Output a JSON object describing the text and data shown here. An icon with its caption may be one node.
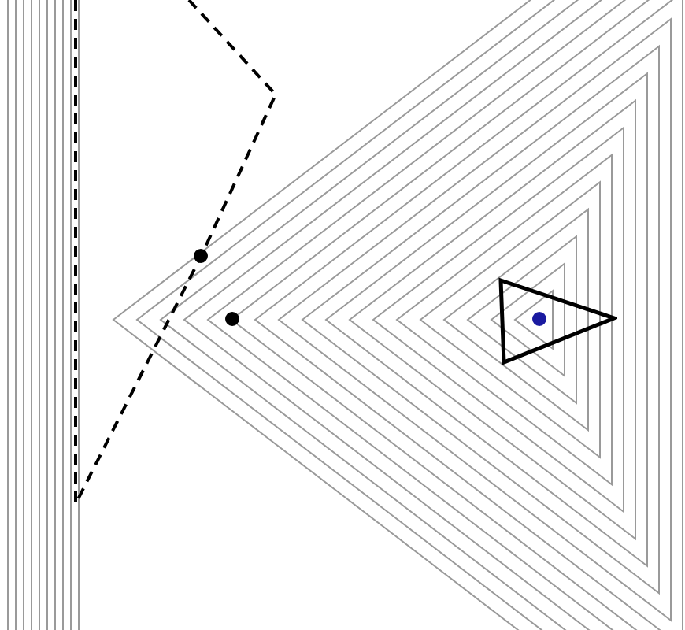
{
  "diagram": {
    "nodes": [
      {
        "text": [],
        "shape": "circle"
      },
      {
        "text": [],
        "shape": "circle"
      },
      {
        "text": [],
        "shape": "triangle"
      },
      {
        "text": [],
        "shape": "circle",
        "in": 2
      }
    ]
  }
}
